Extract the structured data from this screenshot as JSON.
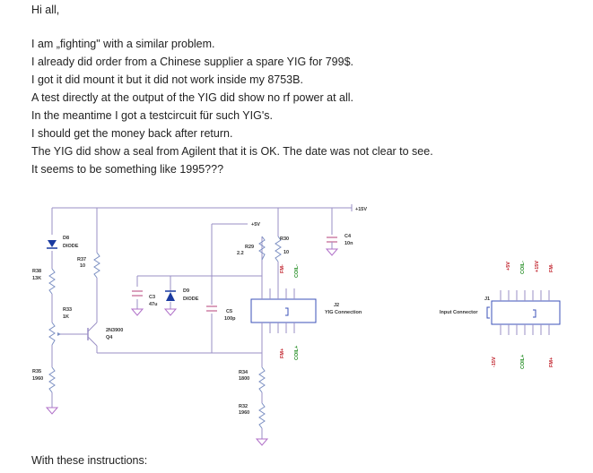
{
  "post": {
    "greeting": "Hi all,",
    "lines": [
      "I am „fighting\" with a similar problem.",
      "I already did order from a Chinese supplier a spare YIG for 799$.",
      "I got it did mount it but it did not work inside my 8753B.",
      "A test directly at the output of the YIG did show no rf power at all.",
      "In the meantime I got a testcircuit für such YIG's.",
      "I should get the money back after return.",
      "The YIG did show a seal from Agilent that it is OK. The date was not clear to see.",
      "It seems to be something like 1995???"
    ],
    "closing": "With these instructions:"
  },
  "schematic": {
    "colors": {
      "wire": "#9a8fc6",
      "resistor": "#7b8fc2",
      "ground": "#b070c8",
      "diode": "#1a3aa0",
      "ic": "#3b52b8",
      "pin_red": "#c0202a",
      "pin_green": "#1d8a1d"
    },
    "power": {
      "p15": "+15V",
      "p5": "+5V"
    },
    "d8": {
      "ref": "D8",
      "name": "DIODE"
    },
    "r37": {
      "ref": "R37",
      "val": "10"
    },
    "r38": {
      "ref": "R38",
      "val": "13K"
    },
    "r33": {
      "ref": "R33",
      "val": "1K"
    },
    "q4": {
      "ref": "2N3900",
      "name": "Q4"
    },
    "r35": {
      "ref": "R35",
      "val": "1960"
    },
    "c3": {
      "ref": "C3",
      "val": "47u"
    },
    "d9": {
      "ref": "D9",
      "name": "DIODE"
    },
    "c5": {
      "ref": "C5",
      "val": "100p"
    },
    "r29": {
      "ref": "R29",
      "val": "2.2"
    },
    "r30": {
      "ref": "R30",
      "val": "10"
    },
    "c4": {
      "ref": "C4",
      "val": "10n"
    },
    "r34": {
      "ref": "R34",
      "val": "1800"
    },
    "r32": {
      "ref": "R32",
      "val": "1960"
    },
    "j2": {
      "ref": "J2",
      "name": "YIG Connection",
      "pins_top": [
        "FM-",
        "COIL-"
      ],
      "pins_bottom": [
        "FM+",
        "COIL+"
      ]
    },
    "j1": {
      "ref": "J1",
      "name": "Input Connector",
      "pins_top": [
        "+5V",
        "COIL-",
        "+15V",
        "FM-"
      ],
      "pins_bottom": [
        "-15V",
        "COIL+",
        "FM+"
      ]
    }
  }
}
